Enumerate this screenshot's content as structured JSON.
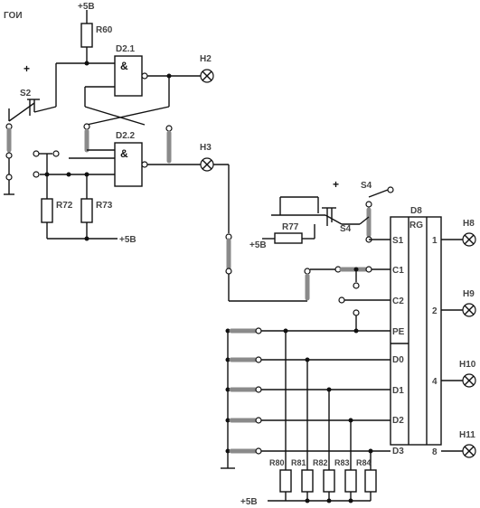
{
  "title": "ГОИ",
  "supply": {
    "top": "+5B",
    "bottom_left": "+5B",
    "r77": "+5B",
    "bottom": "+5B"
  },
  "plus_signs": [
    "+",
    "+"
  ],
  "gates": [
    {
      "ref": "D2.1",
      "symbol": "&"
    },
    {
      "ref": "D2.2",
      "symbol": "&"
    }
  ],
  "register": {
    "ref": "D8",
    "type": "RG",
    "inputs": [
      "S1",
      "C1",
      "C2",
      "PE",
      "D0",
      "D1",
      "D2",
      "D3"
    ],
    "outputs": [
      "1",
      "2",
      "4",
      "8"
    ]
  },
  "lamps": [
    "H2",
    "H3",
    "H8",
    "H9",
    "H10",
    "H11"
  ],
  "switches": [
    "S2",
    "S4",
    "S4"
  ],
  "resistors": [
    "R60",
    "R72",
    "R73",
    "R77",
    "R80",
    "R81",
    "R82",
    "R83",
    "R84"
  ]
}
